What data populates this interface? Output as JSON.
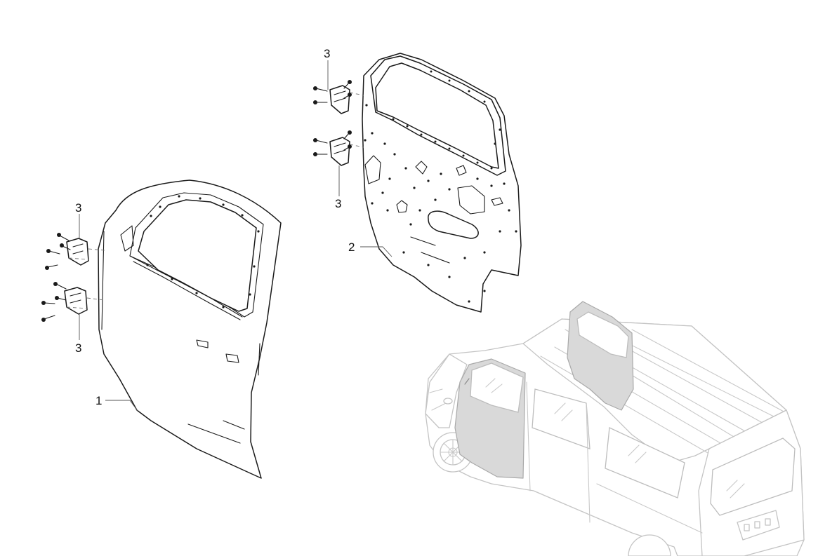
{
  "callouts": {
    "front_door": "1",
    "rear_door": "2",
    "hinge_front_upper": "3",
    "hinge_front_lower": "3",
    "hinge_rear_upper": "3",
    "hinge_rear_lower": "3"
  }
}
